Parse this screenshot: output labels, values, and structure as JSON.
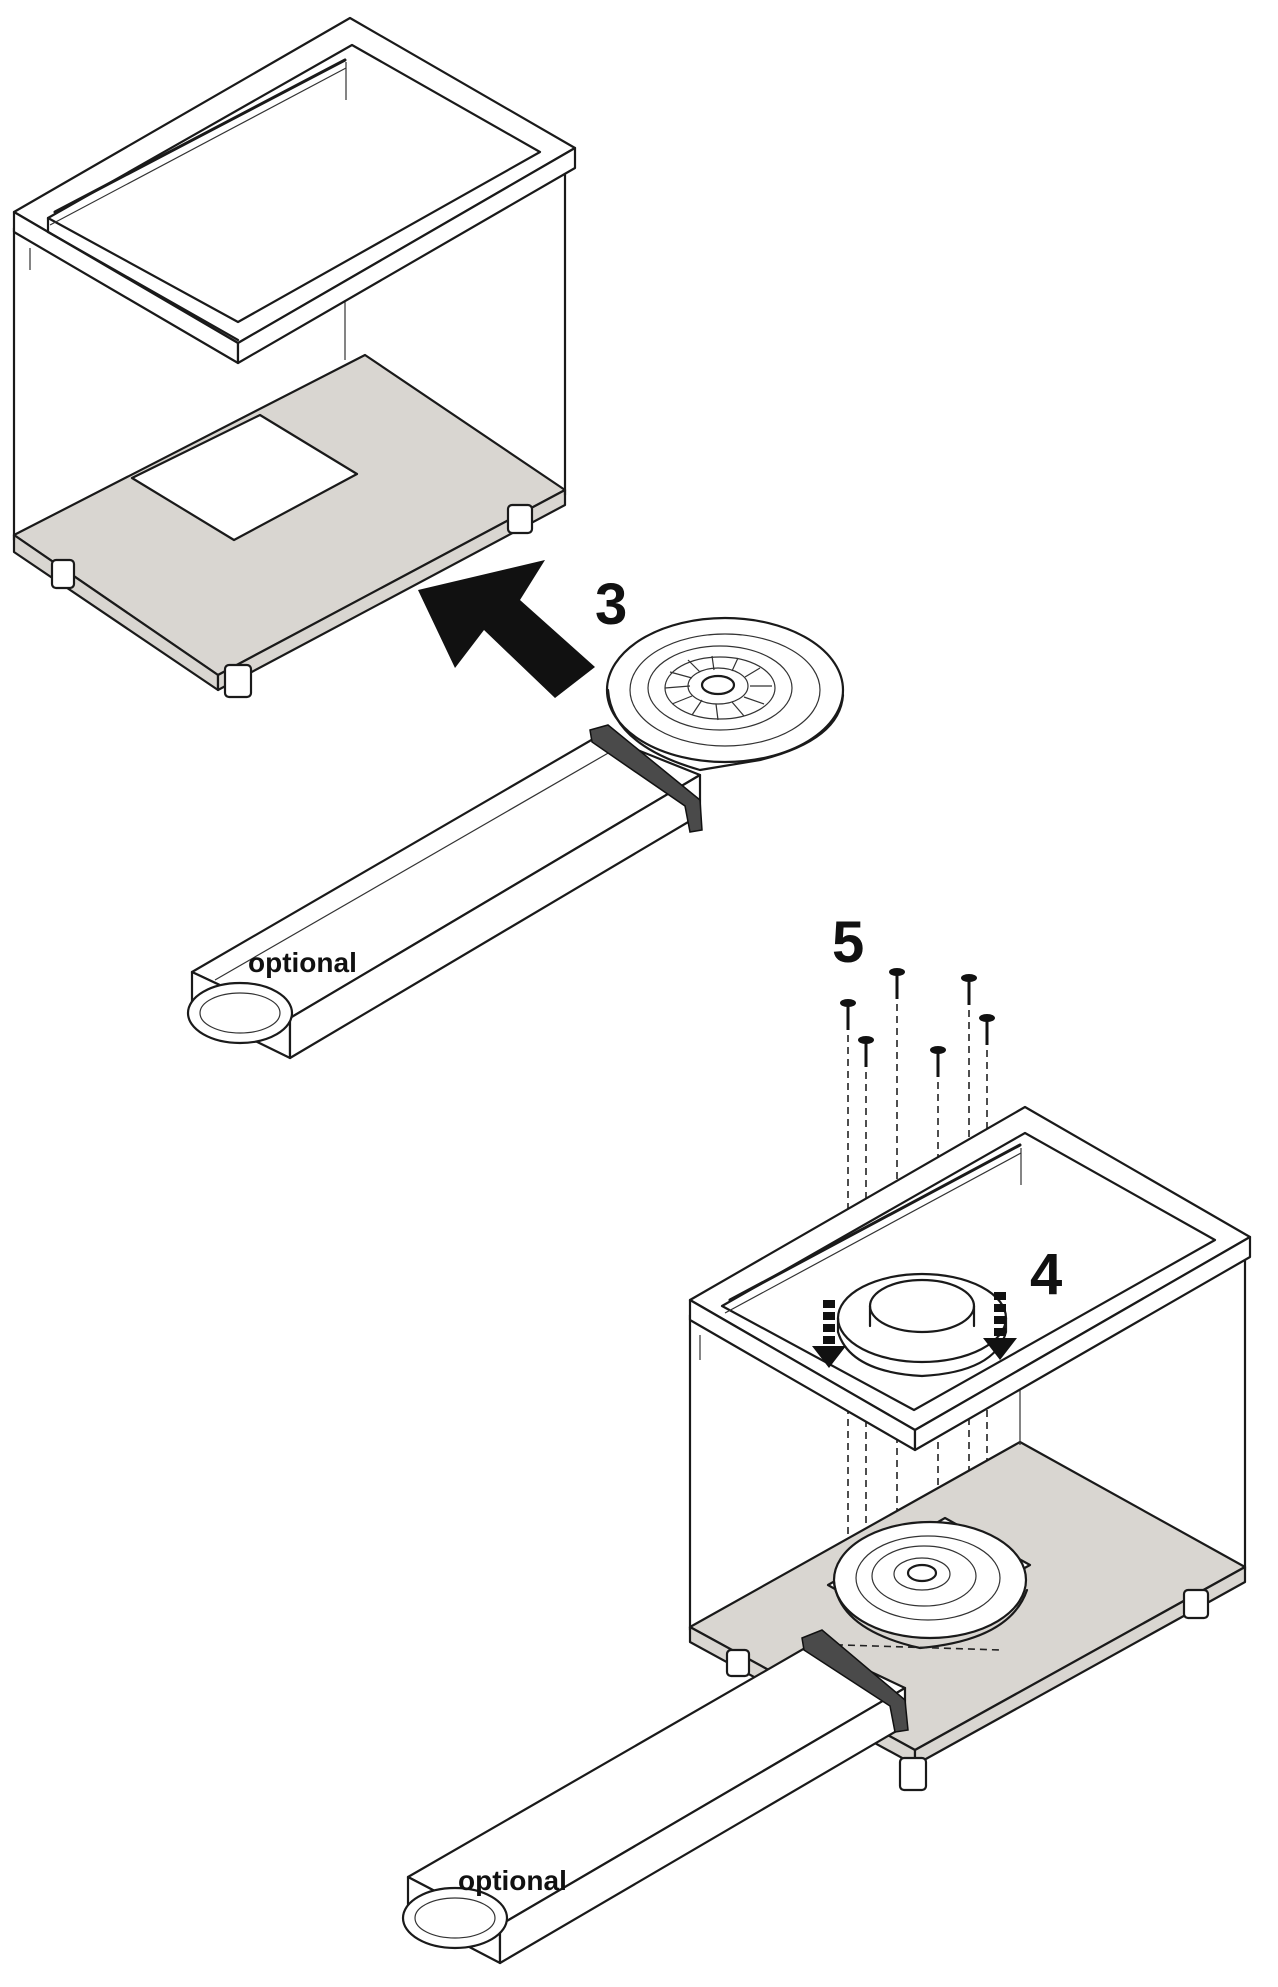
{
  "steps": [
    {
      "number": "3"
    },
    {
      "number": "5"
    },
    {
      "number": "4"
    }
  ],
  "labels": {
    "optional_top": "optional",
    "optional_bottom": "optional"
  },
  "icons": {
    "insert_arrow": "large-black-arrow",
    "down_arrows": "striped-down-arrow",
    "screws": "screw"
  },
  "colors": {
    "floor": "#d9d6d1",
    "outline": "#1a1a1a",
    "arrow": "#111111"
  }
}
